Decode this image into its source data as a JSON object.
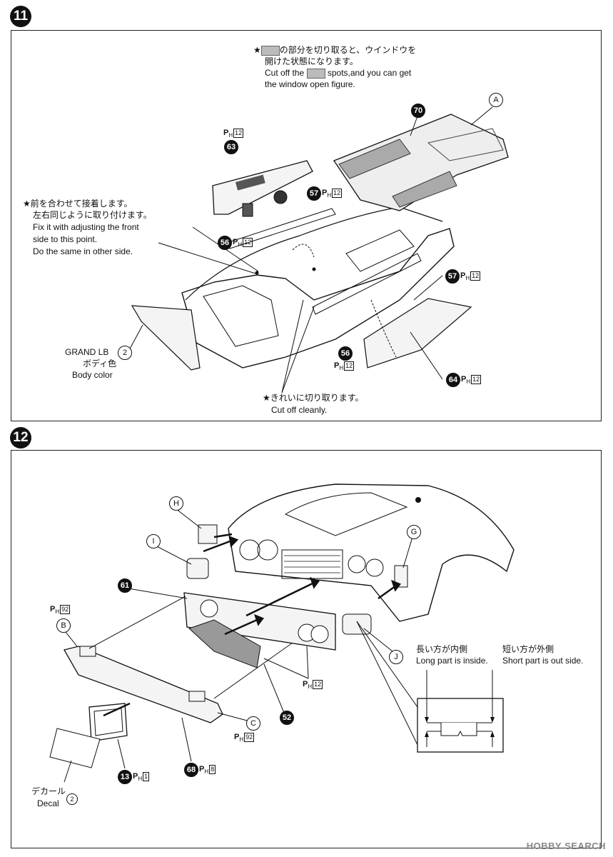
{
  "step11": {
    "badge": "11",
    "note_window": {
      "line1_pre": "★",
      "line1_post": "の部分を切り取ると、ウインドウを",
      "line2": "開けた状態になります。",
      "line3_pre": "Cut off the",
      "line3_post": "spots,and you can get",
      "line4": "the window open figure."
    },
    "note_front": {
      "line1": "★前を合わせて接着します。",
      "line2": "左右同じように取り付けます。",
      "line3": "Fix it with adjusting the front",
      "line4": "side to this point.",
      "line5": "Do the same in other side."
    },
    "note_cut": {
      "line1": "★きれいに切り取ります。",
      "line2": "Cut off cleanly."
    },
    "body_label": {
      "line1": "GRAND LB",
      "num": "2",
      "line2": "ボディ色",
      "line3": "Body color"
    },
    "parts": [
      {
        "num": "63",
        "ph": "12"
      },
      {
        "num": "57",
        "ph": "12"
      },
      {
        "num": "56",
        "ph": "12"
      },
      {
        "num": "70"
      },
      {
        "num": "A"
      },
      {
        "num": "57",
        "ph": "12"
      },
      {
        "num": "56",
        "ph": "12"
      },
      {
        "num": "64",
        "ph": "12"
      }
    ]
  },
  "step12": {
    "badge": "12",
    "parts": {
      "H": "H",
      "I": "I",
      "G": "G",
      "B": "B",
      "J": "J",
      "C": "C",
      "p61": "61",
      "p52": "52",
      "p13": "13",
      "p68": "68"
    },
    "ph": {
      "b": "92",
      "c": "92",
      "p52": "12",
      "p13": "1",
      "p68": "8"
    },
    "inset": {
      "jp_left": "長い方が内側",
      "en_left": "Long part is inside.",
      "jp_right": "短い方が外側",
      "en_right": "Short part is out side."
    },
    "decal": {
      "jp": "デカール",
      "en": "Decal",
      "num": "2"
    }
  },
  "ph_prefix": "P",
  "ph_sub": "H",
  "watermark": "HOBBY SEARCH"
}
